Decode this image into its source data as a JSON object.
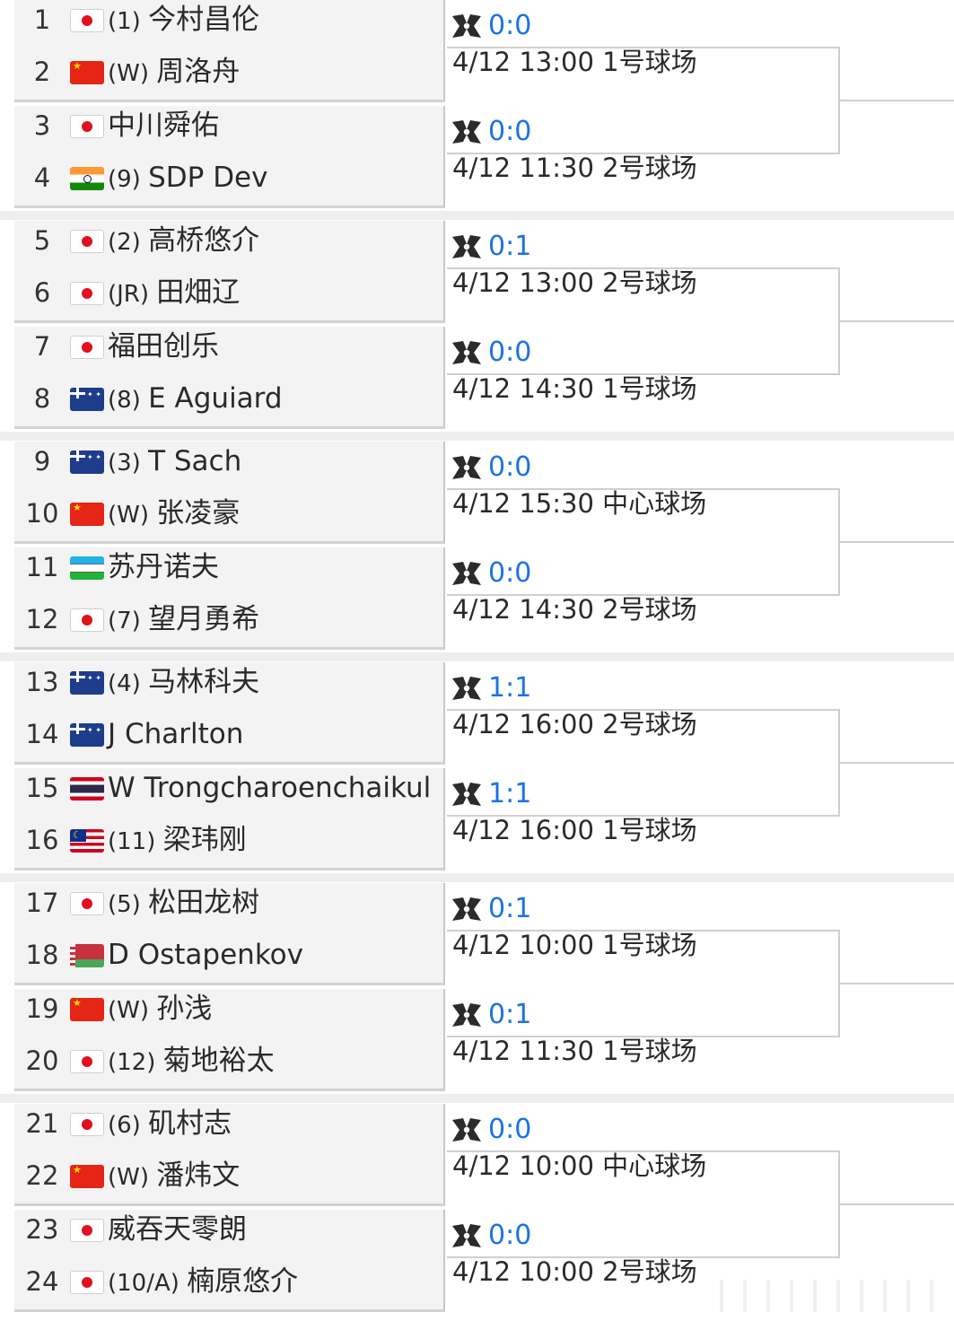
{
  "matches": [
    {
      "players": [
        {
          "num": "1",
          "flag": "jp",
          "seed": "(1)",
          "name": "今村昌伦"
        },
        {
          "num": "2",
          "flag": "cn",
          "seed": "(W)",
          "name": "周洛舟"
        }
      ],
      "score": "0:0",
      "info": "4/12 13:00 1号球场"
    },
    {
      "players": [
        {
          "num": "3",
          "flag": "jp",
          "seed": "",
          "name": "中川舜佑"
        },
        {
          "num": "4",
          "flag": "in",
          "seed": "(9)",
          "name": "SDP Dev"
        }
      ],
      "score": "0:0",
      "info": "4/12 11:30 2号球场"
    },
    {
      "players": [
        {
          "num": "5",
          "flag": "jp",
          "seed": "(2)",
          "name": "高桥悠介"
        },
        {
          "num": "6",
          "flag": "jp",
          "seed": "(JR)",
          "name": "田畑辽"
        }
      ],
      "score": "0:1",
      "info": "4/12 13:00 2号球场"
    },
    {
      "players": [
        {
          "num": "7",
          "flag": "jp",
          "seed": "",
          "name": "福田创乐"
        },
        {
          "num": "8",
          "flag": "au",
          "seed": "(8)",
          "name": "E Aguiard"
        }
      ],
      "score": "0:0",
      "info": "4/12 14:30 1号球场"
    },
    {
      "players": [
        {
          "num": "9",
          "flag": "au",
          "seed": "(3)",
          "name": "T Sach"
        },
        {
          "num": "10",
          "flag": "cn",
          "seed": "(W)",
          "name": "张凌豪"
        }
      ],
      "score": "0:0",
      "info": "4/12 15:30 中心球场"
    },
    {
      "players": [
        {
          "num": "11",
          "flag": "uz",
          "seed": "",
          "name": "苏丹诺夫"
        },
        {
          "num": "12",
          "flag": "jp",
          "seed": "(7)",
          "name": "望月勇希"
        }
      ],
      "score": "0:0",
      "info": "4/12 14:30 2号球场"
    },
    {
      "players": [
        {
          "num": "13",
          "flag": "au",
          "seed": "(4)",
          "name": "马林科夫"
        },
        {
          "num": "14",
          "flag": "au",
          "seed": "",
          "name": "J Charlton"
        }
      ],
      "score": "1:1",
      "info": "4/12 16:00 2号球场"
    },
    {
      "players": [
        {
          "num": "15",
          "flag": "th",
          "seed": "",
          "name": "W Trongcharoenchaikul"
        },
        {
          "num": "16",
          "flag": "my",
          "seed": "(11)",
          "name": "梁玮刚"
        }
      ],
      "score": "1:1",
      "info": "4/12 16:00 1号球场"
    },
    {
      "players": [
        {
          "num": "17",
          "flag": "jp",
          "seed": "(5)",
          "name": "松田龙树"
        },
        {
          "num": "18",
          "flag": "by",
          "seed": "",
          "name": "D Ostapenkov"
        }
      ],
      "score": "0:1",
      "info": "4/12 10:00 1号球场"
    },
    {
      "players": [
        {
          "num": "19",
          "flag": "cn",
          "seed": "(W)",
          "name": "孙浅"
        },
        {
          "num": "20",
          "flag": "jp",
          "seed": "(12)",
          "name": "菊地裕太"
        }
      ],
      "score": "0:1",
      "info": "4/12 11:30 1号球场"
    },
    {
      "players": [
        {
          "num": "21",
          "flag": "jp",
          "seed": "(6)",
          "name": "矶村志"
        },
        {
          "num": "22",
          "flag": "cn",
          "seed": "(W)",
          "name": "潘炜文"
        }
      ],
      "score": "0:0",
      "info": "4/12 10:00 中心球场"
    },
    {
      "players": [
        {
          "num": "23",
          "flag": "jp",
          "seed": "",
          "name": "威吞天零朗"
        },
        {
          "num": "24",
          "flag": "jp",
          "seed": "(10/A)",
          "name": "楠原悠介"
        }
      ],
      "score": "0:0",
      "info": "4/12 10:00 2号球场"
    }
  ],
  "score_color": "#1a73e8",
  "icon": "tennis-racket-icon"
}
